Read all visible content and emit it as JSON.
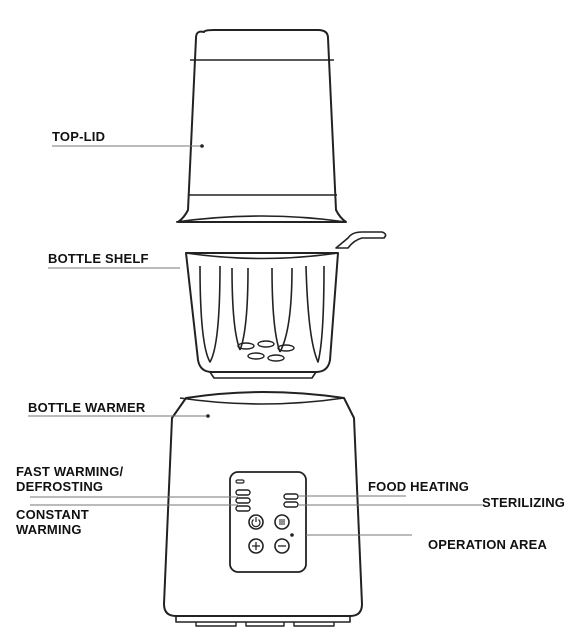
{
  "labels": {
    "top_lid": "TOP-LID",
    "bottle_shelf": "BOTTLE SHELF",
    "bottle_warmer": "BOTTLE WARMER",
    "fast_warming_line1": "FAST WARMING/",
    "fast_warming_line2": "DEFROSTING",
    "constant_warming_line1": "CONSTANT",
    "constant_warming_line2": "WARMING",
    "food_heating": "FOOD HEATING",
    "sterilizing": "STERILIZING",
    "operation_area": "OPERATION AREA"
  },
  "colors": {
    "stroke": "#222222",
    "leader": "#777777",
    "label": "#111111"
  },
  "icons": [
    "power-icon",
    "menu-icon",
    "plus-icon",
    "minus-icon"
  ]
}
